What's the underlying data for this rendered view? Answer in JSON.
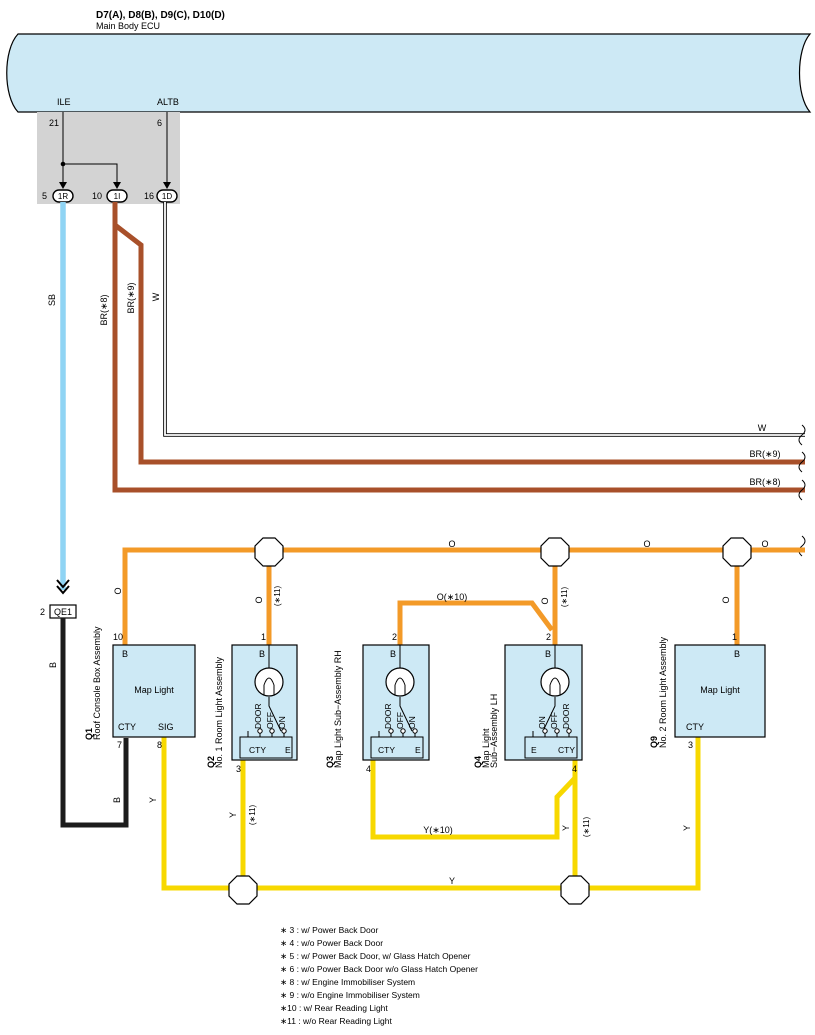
{
  "ecu": {
    "title": "D7(A), D8(B), D9(C), D10(D)",
    "subtitle": "Main Body ECU",
    "pins": [
      {
        "name": "ILE",
        "num": "21"
      },
      {
        "name": "ALTB",
        "num": "6"
      }
    ],
    "terminals": [
      {
        "pin": "5",
        "conn": "1R"
      },
      {
        "pin": "10",
        "conn": "1I"
      },
      {
        "pin": "16",
        "conn": "1D"
      }
    ]
  },
  "wires": {
    "sb": "SB",
    "br8": "BR(∗8)",
    "br9": "BR(∗9)",
    "w": "W",
    "o": "O",
    "o11": "O",
    "o10": "O(∗10)",
    "b": "B",
    "y": "Y",
    "y10": "Y(∗10)",
    "n11": "(∗11)"
  },
  "colors": {
    "sb": "#8fd4f4",
    "br": "#a8502a",
    "w": "#ffffff",
    "o": "#f39a28",
    "b": "#1c1c1c",
    "y": "#f7d800",
    "component": "#cde9f5"
  },
  "connector_qe1": {
    "pin": "2",
    "name": "QE1"
  },
  "components": [
    {
      "id": "Q1",
      "name": "Roof Console Box Assembly",
      "body": "Map Light",
      "pins": [
        "10",
        "7",
        "8"
      ],
      "terms": [
        "B",
        "CTY",
        "SIG"
      ]
    },
    {
      "id": "Q2",
      "name": "No. 1 Room Light Assembly",
      "pins": [
        "1",
        "3"
      ],
      "terms": [
        "B",
        "CTY",
        "E"
      ],
      "switch": [
        "DOOR",
        "OFF",
        "ON"
      ]
    },
    {
      "id": "Q3",
      "name": "Map Light Sub−Assembly RH",
      "pins": [
        "2",
        "4"
      ],
      "terms": [
        "B",
        "CTY",
        "E"
      ],
      "switch": [
        "DOOR",
        "OFF",
        "ON"
      ]
    },
    {
      "id": "Q4",
      "name_line1": "Map Light",
      "name_line2": "Sub−Assembly LH",
      "pins": [
        "2",
        "4"
      ],
      "terms": [
        "B",
        "E",
        "CTY"
      ],
      "switch": [
        "ON",
        "OFF",
        "DOOR"
      ]
    },
    {
      "id": "Q9",
      "name": "No. 2 Room Light Assembly",
      "body": "Map Light",
      "pins": [
        "1",
        "3"
      ],
      "terms": [
        "B",
        "CTY"
      ]
    }
  ],
  "notes": [
    "∗ 3 : w/ Power Back Door",
    "∗ 4 : w/o Power Back Door",
    "∗ 5 : w/ Power Back Door,  w/ Glass Hatch Opener",
    "∗ 6 : w/o Power Back Door w/o Glass Hatch Opener",
    "∗ 8 : w/ Engine Immobiliser System",
    "∗ 9 : w/o Engine Immobiliser System",
    "∗10 : w/ Rear Reading Light",
    "∗11 : w/o Rear Reading Light"
  ]
}
